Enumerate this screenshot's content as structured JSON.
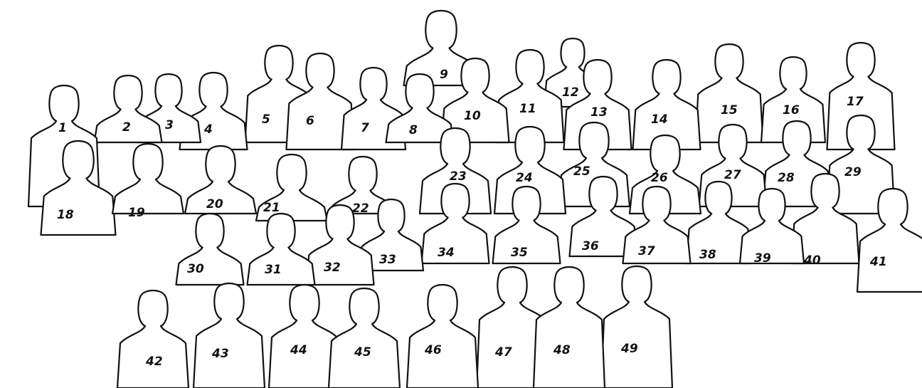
{
  "people": [
    {
      "label": "1"
    },
    {
      "label": "2"
    },
    {
      "label": "3"
    },
    {
      "label": "4"
    },
    {
      "label": "5"
    },
    {
      "label": "6"
    },
    {
      "label": "7"
    },
    {
      "label": "8"
    },
    {
      "label": "9"
    },
    {
      "label": "10"
    },
    {
      "label": "11"
    },
    {
      "label": "12"
    },
    {
      "label": "13"
    },
    {
      "label": "14"
    },
    {
      "label": "15"
    },
    {
      "label": "16"
    },
    {
      "label": "17"
    },
    {
      "label": "18"
    },
    {
      "label": "19"
    },
    {
      "label": "20"
    },
    {
      "label": "21"
    },
    {
      "label": "22"
    },
    {
      "label": "23"
    },
    {
      "label": "24"
    },
    {
      "label": "25"
    },
    {
      "label": "26"
    },
    {
      "label": "27"
    },
    {
      "label": "28"
    },
    {
      "label": "29"
    },
    {
      "label": "30"
    },
    {
      "label": "31"
    },
    {
      "label": "32"
    },
    {
      "label": "33"
    },
    {
      "label": "34"
    },
    {
      "label": "35"
    },
    {
      "label": "36"
    },
    {
      "label": "37"
    },
    {
      "label": "38"
    },
    {
      "label": "39"
    },
    {
      "label": "40"
    },
    {
      "label": "41"
    },
    {
      "label": "42"
    },
    {
      "label": "43"
    },
    {
      "label": "44"
    },
    {
      "label": "45"
    },
    {
      "label": "46"
    },
    {
      "label": "47"
    },
    {
      "label": "48"
    },
    {
      "label": "49"
    }
  ],
  "colors": {
    "ink": "#111111",
    "paper": "#ffffff"
  }
}
